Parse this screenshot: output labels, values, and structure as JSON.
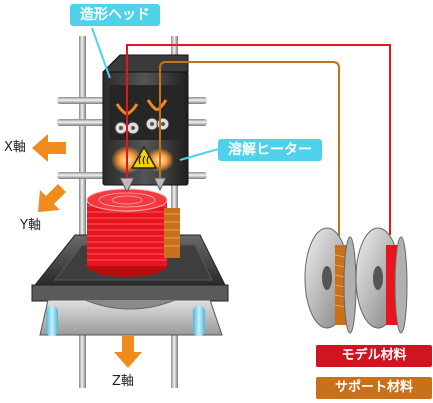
{
  "labels": {
    "head": "造形ヘッド",
    "heater": "溶解ヒーター",
    "model_material": "モデル材料",
    "support_material": "サポート材料",
    "x_axis": "X軸",
    "y_axis": "Y軸",
    "z_axis": "Z軸"
  },
  "colors": {
    "callout": "#4fd1ea",
    "model_filament": "#e8141e",
    "support_filament": "#c8711a",
    "arrow": "#f08c1e",
    "warning": "#f5d200"
  },
  "icons": {
    "heater": "heat-warning-icon"
  }
}
